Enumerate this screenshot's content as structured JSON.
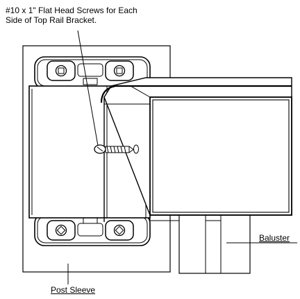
{
  "labels": {
    "screw_line1": "#10 x 1\" Flat Head Screws for Each",
    "screw_line2": "Side of Top Rail Bracket.",
    "baluster": "Baluster",
    "post_sleeve": "Post Sleeve"
  }
}
